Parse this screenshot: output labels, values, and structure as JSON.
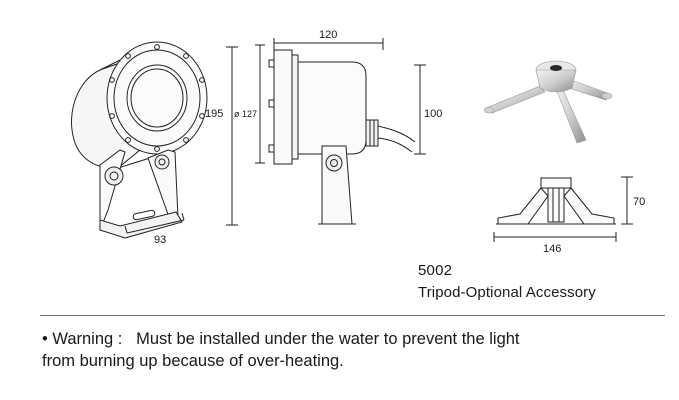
{
  "dimensions": {
    "height_total": "195",
    "diameter": "ø 127",
    "length": "120",
    "side_height": "100",
    "bracket_width": "93",
    "tripod_height": "70",
    "tripod_width": "146"
  },
  "model_number": "5002",
  "caption": "Tripod-Optional Accessory",
  "warning": {
    "line1": "• Warning :   Must be installed under the water to prevent the light",
    "line2": "from burning up because of over-heating."
  }
}
